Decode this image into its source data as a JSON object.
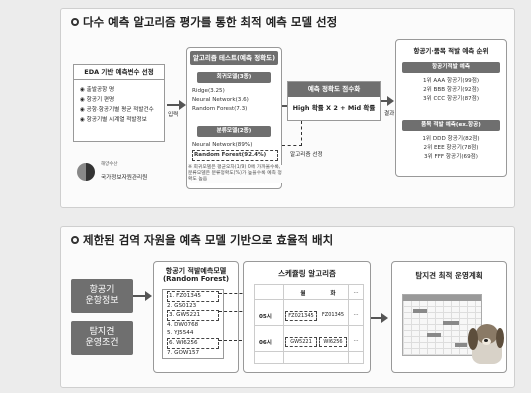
{
  "panel1": {
    "title": "다수 예측 알고리즘 평가를 통한 최적 예측 모델 선정",
    "eda": {
      "title": "EDA 기반 예측변수 선정",
      "items": [
        "출발공항 명",
        "항공기 편명",
        "공항·항공기별 평균 적발건수",
        "항공기별 시계열 적발정보"
      ]
    },
    "agency": {
      "tag": "해양수산",
      "name": "국가정보자원관리원"
    },
    "input_label": "입력",
    "algo_test": {
      "title": "알고리즘 테스트(예측 정확도)",
      "regression_title": "회귀모델(3종)",
      "regression_items": [
        "Ridge(3.25)",
        "Neural Network(3.6)",
        "Random Forest(7.3)"
      ],
      "classification_title": "분류모델(2종)",
      "classification_items": [
        "Neural Network(89%)",
        "Random Forest(92.4%)"
      ],
      "note": "※ 회귀모델은 평균오차(1/9) 0에 가까울수록, 분류모델은 분류정확도(%)가 높을수록 예측 정확도 높음"
    },
    "score": {
      "title": "예측 정확도 점수화",
      "formula": "High 확률 X 2 + Mid 확률"
    },
    "algo_select_label": "알고리즘 선정",
    "result_label": "결과",
    "ranking": {
      "title": "항공기·품목 적발 예측 순위",
      "aircraft_title": "항공기적발 예측",
      "aircraft_items": [
        "1위 AAA 항공기(99점)",
        "2위 BBB 항공기(92점)",
        "3위 CCC 항공기(87점)"
      ],
      "item_title": "품목 적발 예측(ex.항공)",
      "item_items": [
        "1위 DDD 항공기(82점)",
        "2위 EEE 항공기(78점)",
        "3위 FFF 항공기(69점)"
      ]
    }
  },
  "panel2": {
    "title": "제한된 검역 자원을 예측 모델 기반으로 효율적 배치",
    "left_boxes": [
      "항공기\n운항정보",
      "탐지견\n운영조건"
    ],
    "model": {
      "title": "항공기 적발예측모델",
      "subtitle": "(Random Forest)",
      "items": [
        "1. FZ01345",
        "2. GS0123",
        "3. GW5221",
        "4. DW0768",
        "5. YJ5544",
        "6. WI6256",
        "7. GOW157"
      ]
    },
    "scheduler": {
      "title": "스케쥴링 알고리즘",
      "col_headers": [
        "월",
        "화"
      ],
      "rows": [
        {
          "label": "05시",
          "cells": [
            "FZ021345",
            "FZ01345"
          ]
        },
        {
          "label": "06시",
          "cells": [
            "GW5221",
            "WI6256"
          ]
        }
      ],
      "ellipsis": "..."
    },
    "plan": {
      "title": "탐지견 최적 운영계획"
    }
  }
}
